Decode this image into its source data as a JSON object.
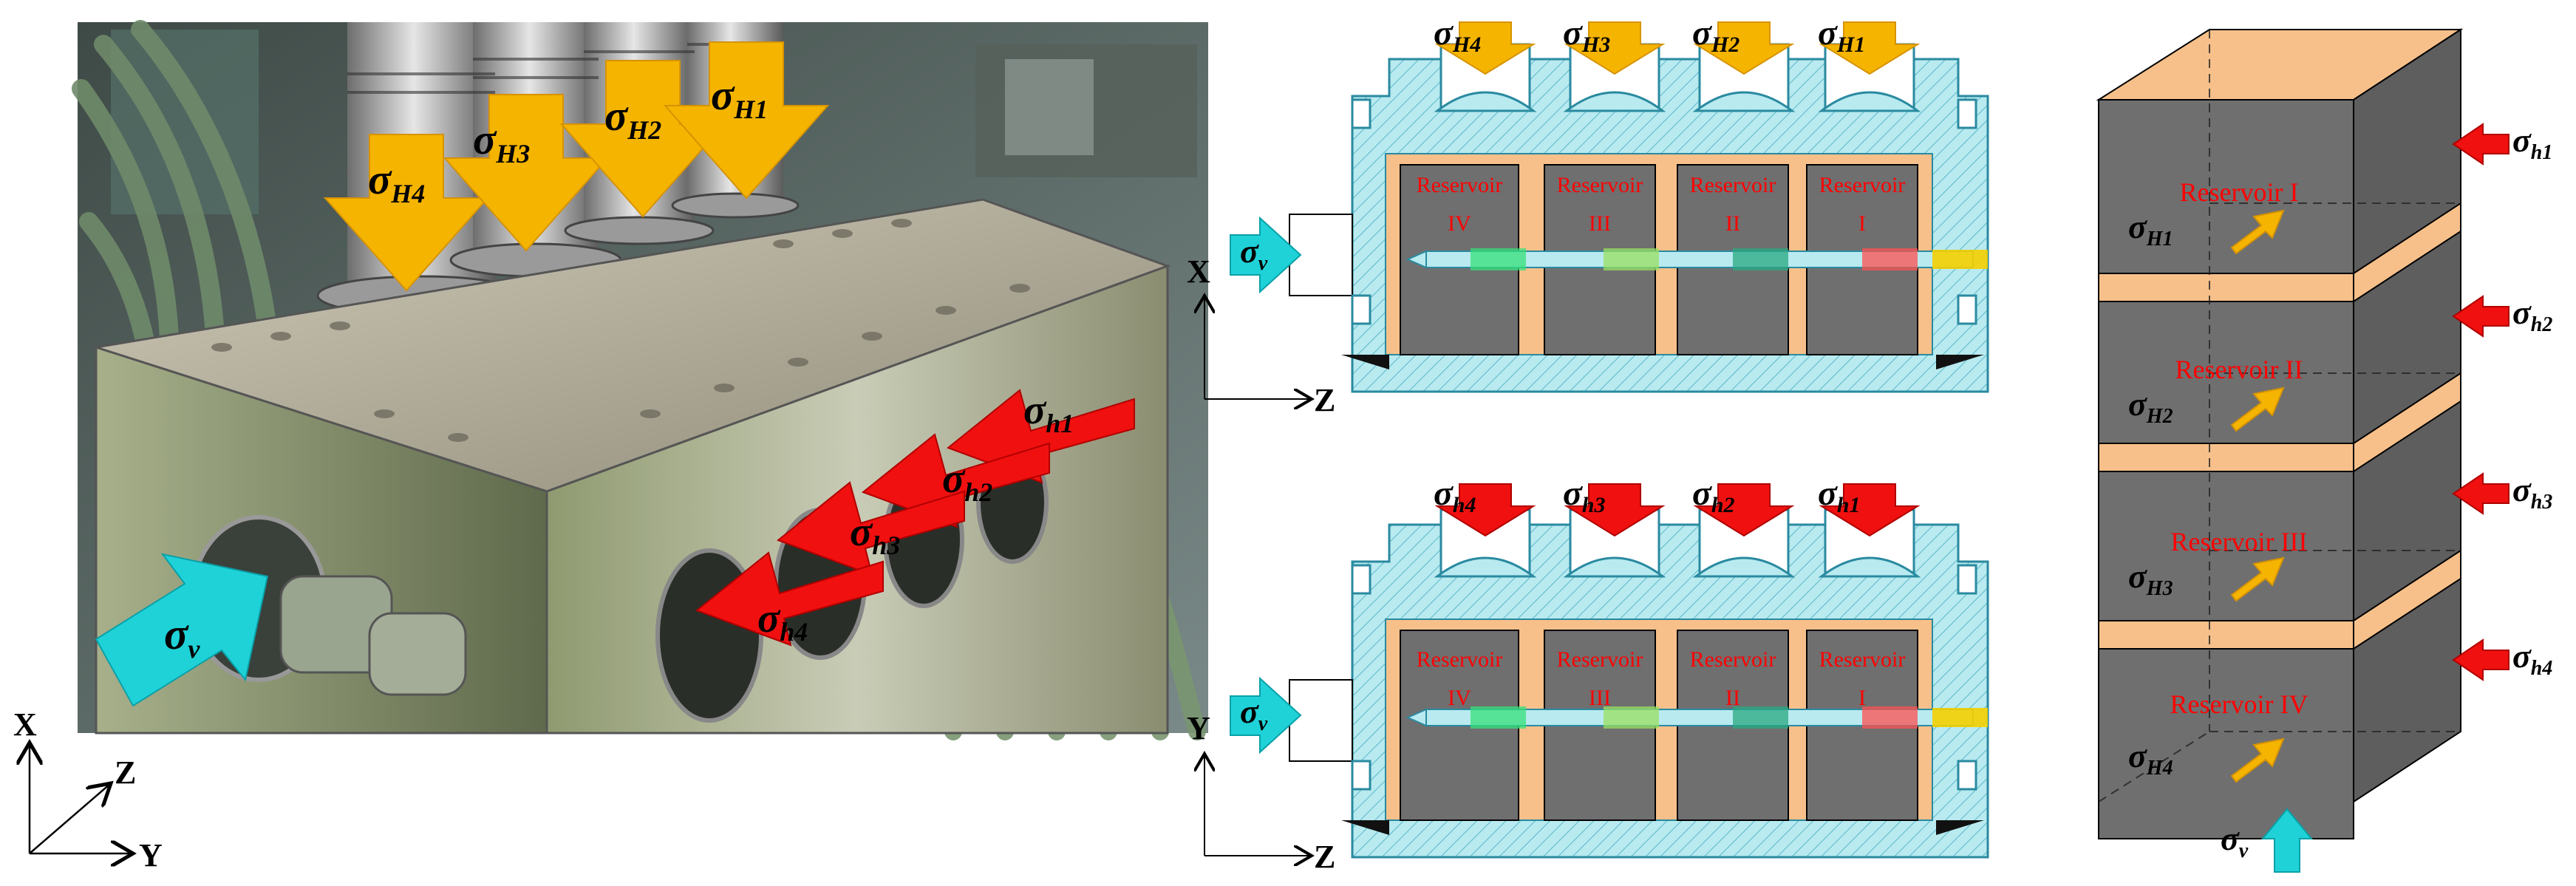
{
  "figure": {
    "photo": {
      "axes": {
        "x": "X",
        "z": "Z",
        "y": "Y"
      },
      "vertical_stress": {
        "symbol": "σ",
        "sub": "v"
      },
      "max_horizontal": [
        {
          "symbol": "σ",
          "sub": "H4"
        },
        {
          "symbol": "σ",
          "sub": "H3"
        },
        {
          "symbol": "σ",
          "sub": "H2"
        },
        {
          "symbol": "σ",
          "sub": "H1"
        }
      ],
      "min_horizontal": [
        {
          "symbol": "σ",
          "sub": "h1"
        },
        {
          "symbol": "σ",
          "sub": "h2"
        },
        {
          "symbol": "σ",
          "sub": "h3"
        },
        {
          "symbol": "σ",
          "sub": "h4"
        }
      ]
    },
    "section_top": {
      "axes": {
        "vertical": "X",
        "horizontal": "Z"
      },
      "vertical_stress": {
        "symbol": "σ",
        "sub": "v"
      },
      "top_stresses": [
        {
          "symbol": "σ",
          "sub": "H4"
        },
        {
          "symbol": "σ",
          "sub": "H3"
        },
        {
          "symbol": "σ",
          "sub": "H2"
        },
        {
          "symbol": "σ",
          "sub": "H1"
        }
      ],
      "reservoirs": [
        {
          "word": "Reservoir",
          "numeral": "IV"
        },
        {
          "word": "Reservoir",
          "numeral": "III"
        },
        {
          "word": "Reservoir",
          "numeral": "II"
        },
        {
          "word": "Reservoir",
          "numeral": "I"
        }
      ]
    },
    "section_bottom": {
      "axes": {
        "vertical": "Y",
        "horizontal": "Z"
      },
      "vertical_stress": {
        "symbol": "σ",
        "sub": "v"
      },
      "top_stresses": [
        {
          "symbol": "σ",
          "sub": "h4"
        },
        {
          "symbol": "σ",
          "sub": "h3"
        },
        {
          "symbol": "σ",
          "sub": "h2"
        },
        {
          "symbol": "σ",
          "sub": "h1"
        }
      ],
      "reservoirs": [
        {
          "word": "Reservoir",
          "numeral": "IV"
        },
        {
          "word": "Reservoir",
          "numeral": "III"
        },
        {
          "word": "Reservoir",
          "numeral": "II"
        },
        {
          "word": "Reservoir",
          "numeral": "I"
        }
      ]
    },
    "block": {
      "layers": [
        {
          "name": "Reservoir I",
          "max": {
            "symbol": "σ",
            "sub": "H1"
          },
          "min": {
            "symbol": "σ",
            "sub": "h1"
          }
        },
        {
          "name": "Reservoir II",
          "max": {
            "symbol": "σ",
            "sub": "H2"
          },
          "min": {
            "symbol": "σ",
            "sub": "h2"
          }
        },
        {
          "name": "Reservoir III",
          "max": {
            "symbol": "σ",
            "sub": "H3"
          },
          "min": {
            "symbol": "σ",
            "sub": "h3"
          }
        },
        {
          "name": "Reservoir IV",
          "max": {
            "symbol": "σ",
            "sub": "H4"
          },
          "min": {
            "symbol": "σ",
            "sub": "h4"
          }
        }
      ],
      "vertical_stress": {
        "symbol": "σ",
        "sub": "v"
      }
    },
    "colors": {
      "max_stress": "#f5b400",
      "min_stress": "#f01010",
      "vertical_stress": "#1fd2d8",
      "rock": "#6f6f6f",
      "interlayer": "#f7c08a",
      "vessel": "#b8eaf0",
      "label": "#ff0000"
    }
  }
}
